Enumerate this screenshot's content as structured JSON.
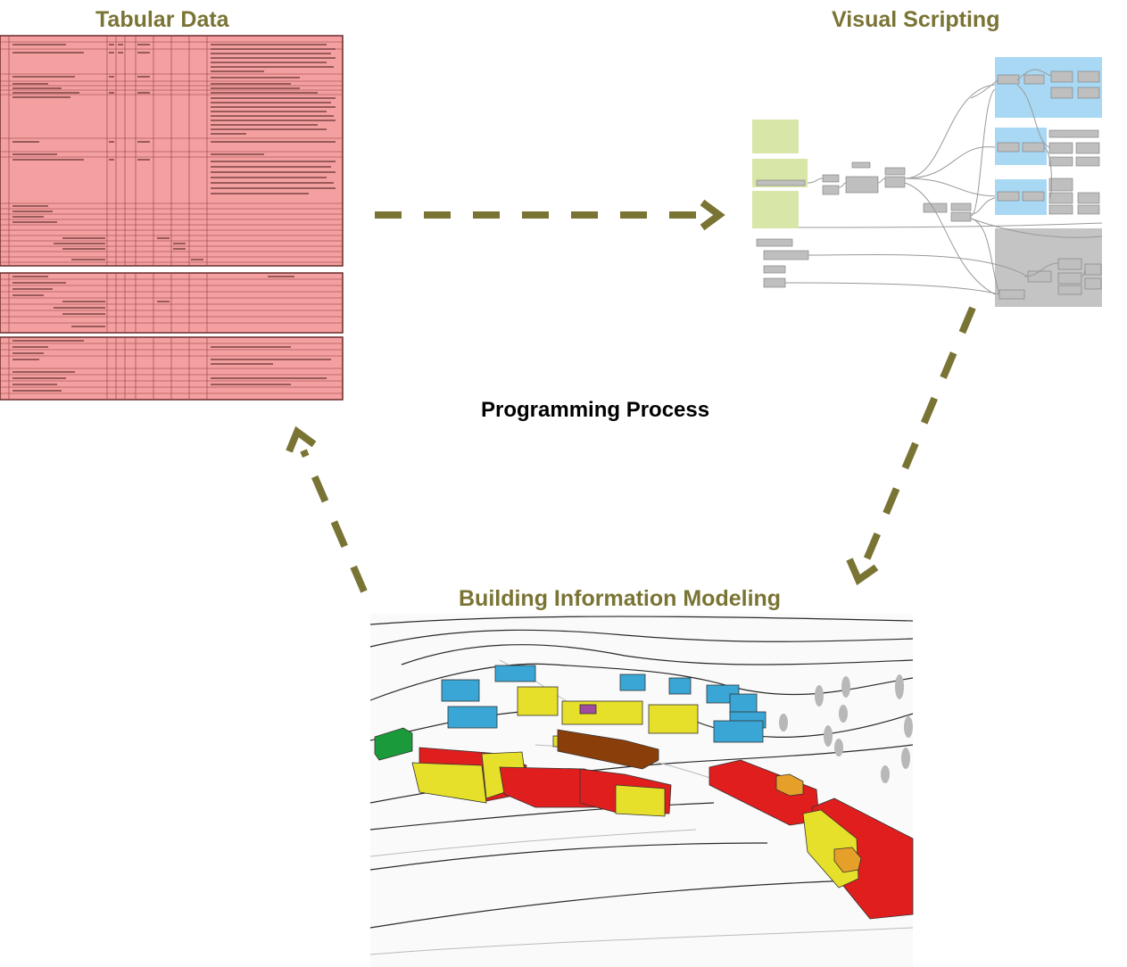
{
  "labels": {
    "tabular": "Tabular Data",
    "visual": "Visual Scripting",
    "process": "Programming Process",
    "bim": "Building Information Modeling"
  },
  "colors": {
    "olive": "#7a7434",
    "table_fill": "#f4a0a0",
    "table_border": "#6a2a2a",
    "node_green": "#d8e6a8",
    "group_blue": "#a8d8f4",
    "group_gray": "#c4c4c4",
    "bldg_red": "#e01e1e",
    "bldg_yellow": "#e6e02a",
    "bldg_blue": "#3aa6d6",
    "bldg_brown": "#8a3e0a",
    "bldg_green": "#1a9a3a"
  }
}
